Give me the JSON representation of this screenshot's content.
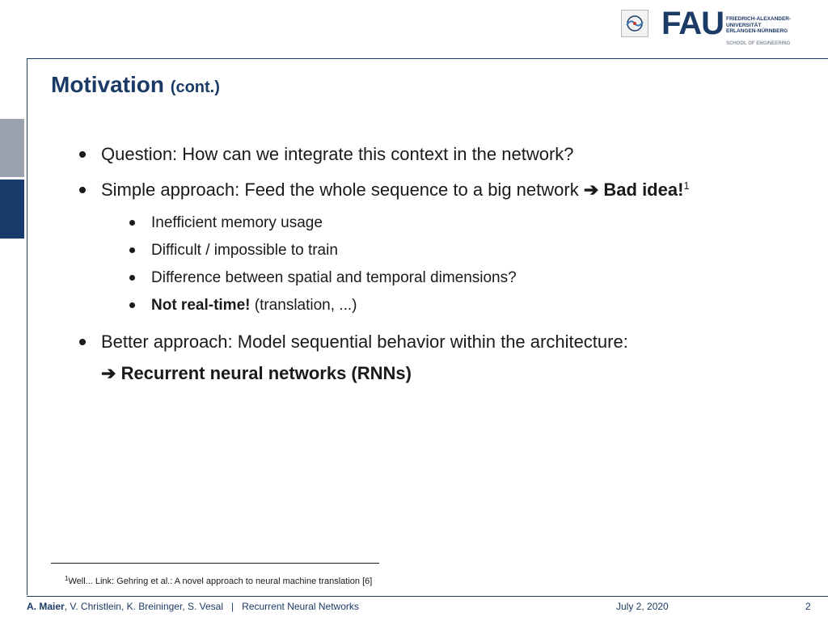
{
  "header": {
    "logo": {
      "word": "FAU",
      "lines": [
        "FRIEDRICH-ALEXANDER-",
        "UNIVERSITÄT",
        "ERLANGEN-NÜRNBERG"
      ],
      "school": "SCHOOL OF ENGINEERING"
    }
  },
  "slide": {
    "title": "Motivation",
    "title_suffix": "(cont.)",
    "bullets": [
      {
        "text": "Question: How can we integrate this context in the network?"
      },
      {
        "text": "Simple approach: Feed the whole sequence to a big network",
        "arrow": "➔",
        "bold": "Bad idea!",
        "sup": "1"
      },
      {
        "text": "Better approach: Model sequential behavior within the architecture:",
        "cont_arrow": "➔",
        "cont_bold": "Recurrent neural networks (RNNs)"
      }
    ],
    "sub_bullets": [
      {
        "text": "Inefficient memory usage"
      },
      {
        "text": "Difficult / impossible to train"
      },
      {
        "text": "Difference between spatial and temporal dimensions?"
      },
      {
        "bold": "Not real-time!",
        "text": "(translation, ...)"
      }
    ],
    "footnote": {
      "mark": "1",
      "text": "Well... Link: Gehring et al.: A novel approach to neural machine translation [6]"
    }
  },
  "footer": {
    "lead_author": "A. Maier",
    "other_authors": ", V. Christlein, K. Breininger, S. Vesal",
    "separator": "|",
    "course": "Recurrent Neural Networks",
    "date": "July 2, 2020",
    "page": "2"
  },
  "colors": {
    "accent": "#1b3a66",
    "side_grey": "#9aa3ad",
    "side_blue": "#173c6b"
  }
}
